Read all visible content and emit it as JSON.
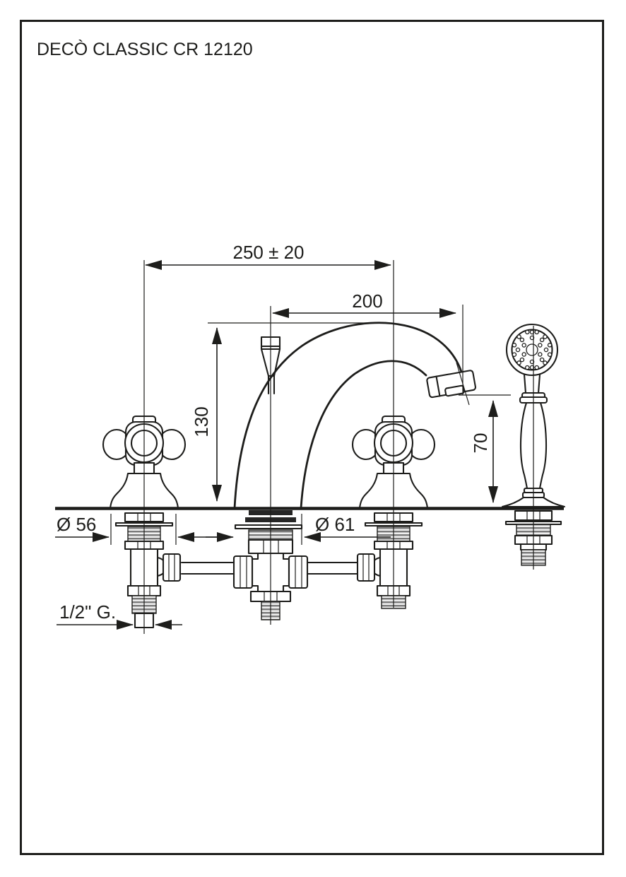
{
  "title": "DECÒ CLASSIC CR 12120",
  "dimensions": {
    "handle_spacing": "250 ± 20",
    "spout_reach": "200",
    "spout_height": "130",
    "outlet_clearance": "70",
    "handle_base_diameter": "Ø 56",
    "spout_base_diameter": "Ø 61",
    "connection_thread": "1/2\" G."
  },
  "colors": {
    "line": "#1d1d1b",
    "background": "#ffffff"
  }
}
